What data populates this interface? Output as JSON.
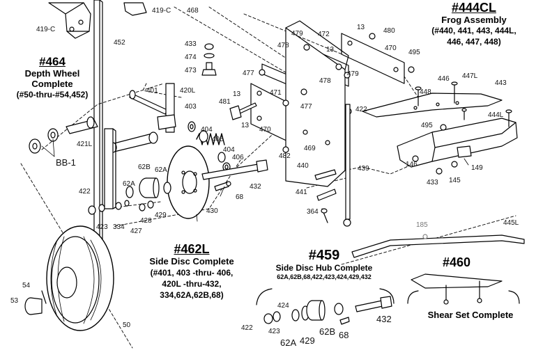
{
  "assemblies": {
    "a464": {
      "number": "#464",
      "name": "Depth Wheel",
      "name2": "Complete",
      "contents": "(#50-thru-#54,452)"
    },
    "a444cl": {
      "number": "#444CL",
      "name": "Frog Assembly",
      "contents1": "(#440, 441, 443, 444L,",
      "contents2": "446, 447, 448)"
    },
    "a462l": {
      "number": "#462L",
      "name": "Side Disc Complete",
      "contents1": "(#401, 403 -thru- 406,",
      "contents2": "420L -thru-432,",
      "contents3": "334,62A,62B,68)"
    },
    "a459": {
      "number": "#459",
      "name": "Side Disc Hub Complete",
      "contents": "62A,62B,68,422,423,424,429,432"
    },
    "a460": {
      "number": "#460",
      "name": "Shear Set Complete"
    }
  },
  "parts": {
    "p419c_a": "419-C",
    "p419c_b": "419-C",
    "p468": "468",
    "p452": "452",
    "p401": "401",
    "p420l": "420L",
    "p403": "403",
    "p404a": "404",
    "p405": "405",
    "p404b": "404",
    "p406": "406",
    "p421l": "421L",
    "pbb1": "BB-1",
    "p433a": "433",
    "p474": "474",
    "p473": "473",
    "p477a": "477",
    "p13a": "13",
    "p481": "481",
    "p13b": "13",
    "p470a": "470",
    "p471": "471",
    "p479a": "479",
    "p478a": "478",
    "p472": "472",
    "p13c": "13",
    "p13d": "13",
    "p480": "480",
    "p470b": "470",
    "p478b": "478",
    "p479b": "479",
    "p477b": "477",
    "p495a": "495",
    "p422a": "422",
    "p446": "446",
    "p447l": "447L",
    "p448": "448",
    "p443": "443",
    "p444l": "444L",
    "p495b": "495",
    "p469": "469",
    "p482": "482",
    "p440": "440",
    "p439": "439",
    "p441": "441",
    "p146": "146",
    "p433b": "433",
    "p145": "145",
    "p149": "149",
    "p364": "364",
    "p185": "185",
    "p445l": "445L",
    "p62b": "62B",
    "p62a_a": "62A",
    "p62a_b": "62A",
    "p432a": "432",
    "p68a": "68",
    "p422b": "422",
    "p423a": "423",
    "p334": "334",
    "p427": "427",
    "p428": "428",
    "p429a": "429",
    "p430": "430",
    "p54": "54",
    "p53": "53",
    "p50": "50",
    "p424": "424",
    "p422c": "422",
    "p423b": "423",
    "p62a_c": "62A",
    "p429b": "429",
    "p62b_b": "62B",
    "p68b": "68",
    "p432b": "432"
  }
}
